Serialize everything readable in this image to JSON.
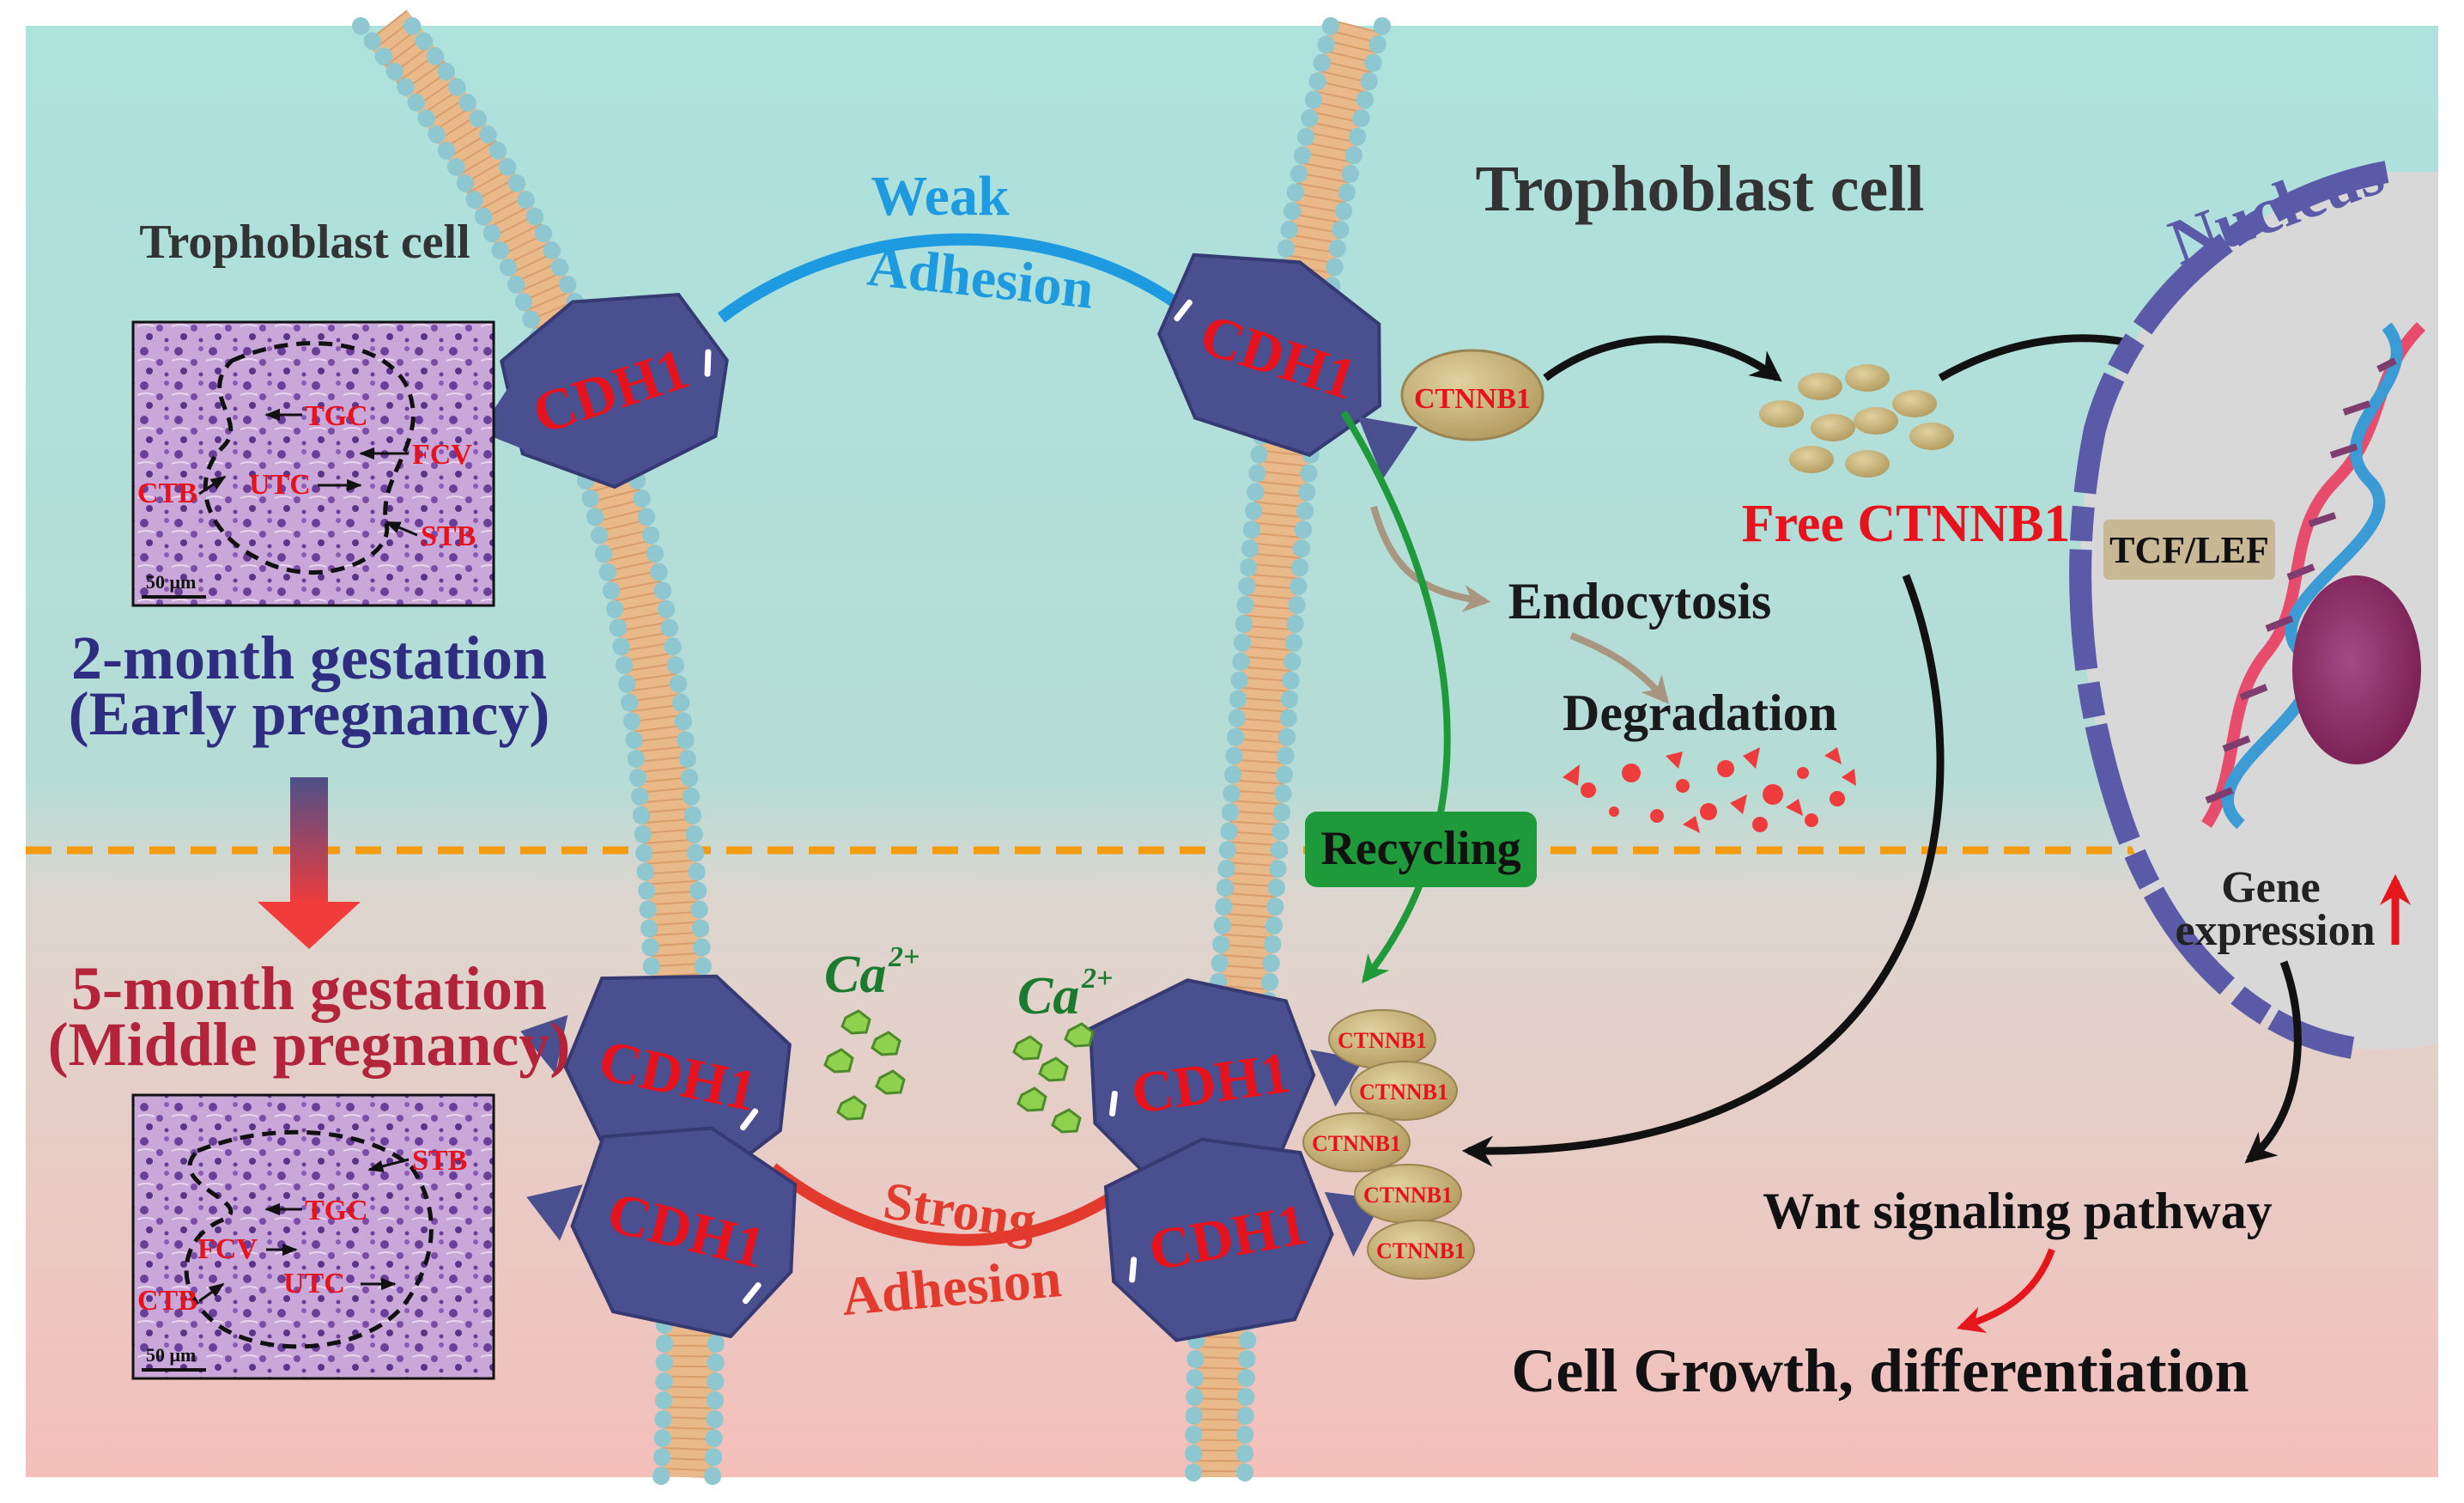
{
  "diagram": {
    "left_panel": {
      "trophoblast_label": "Trophoblast cell",
      "early": {
        "gestation": "2-month gestation",
        "stage": "(Early pregnancy)",
        "micrograph_labels": [
          "TGC",
          "FCV",
          "CTB",
          "UTC",
          "STB"
        ],
        "scale_bar": "50 μm"
      },
      "middle": {
        "gestation": "5-month gestation",
        "stage": "(Middle pregnancy)",
        "micrograph_labels": [
          "STB",
          "TGC",
          "FCV",
          "CTB",
          "UTC"
        ],
        "scale_bar": "50 μm"
      }
    },
    "junction": {
      "weak_line1": "Weak",
      "weak_line2": "Adhesion",
      "strong_line1": "Strong",
      "strong_line2": "Adhesion",
      "cdh1": "CDH1",
      "calcium": "Ca",
      "calcium_sup": "2+"
    },
    "right_panel": {
      "trophoblast_label": "Trophoblast cell",
      "ctnnb1": "CTNNB1",
      "free_ctnnb1": "Free CTNNB1",
      "endocytosis": "Endocytosis",
      "degradation": "Degradation",
      "recycling": "Recycling",
      "nucleus": "Nucleus",
      "tcf_lef": "TCF/LEF",
      "gene_line1": "Gene",
      "gene_line2": "expression",
      "wnt": "Wnt signaling pathway",
      "growth": "Cell Growth, differentiation"
    },
    "colors": {
      "top_bg": "#b0e2dd",
      "bottom_bg": "#f3c4bf",
      "cdh1_fill": "#4a4f8f",
      "cdh1_text": "#e8121c",
      "weak_blue": "#1e9be0",
      "strong_red": "#e23a2d",
      "recycling_green": "#1f9a3a",
      "dashed_orange": "#f39c12",
      "ctnnb1_fill": "#c9b27a",
      "nucleus_blue": "#5b5aa8",
      "calcium_green": "#1a7a2e"
    }
  }
}
